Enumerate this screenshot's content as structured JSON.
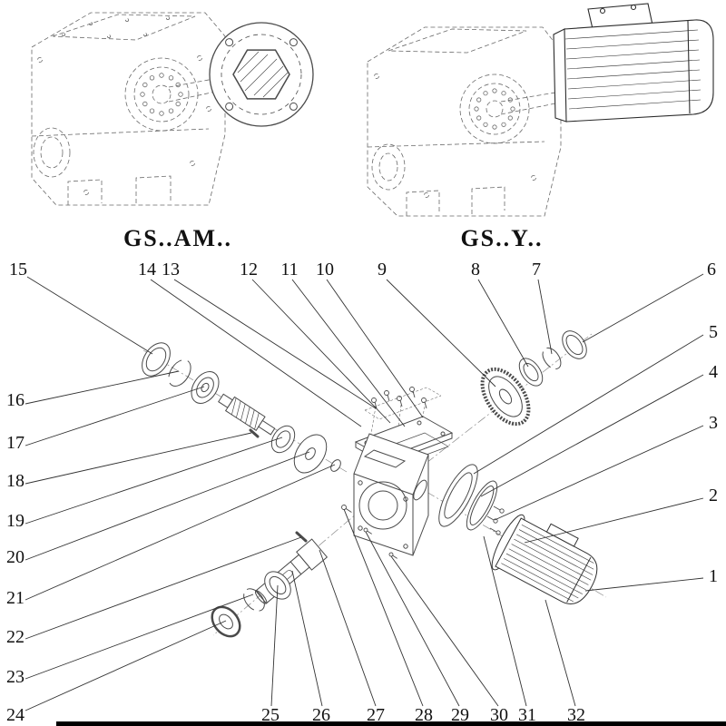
{
  "figure": {
    "left_model_label": "GS..AM..",
    "right_model_label": "GS..Y.."
  },
  "callouts": [
    "1",
    "2",
    "3",
    "4",
    "5",
    "6",
    "7",
    "8",
    "9",
    "10",
    "11",
    "12",
    "13",
    "14",
    "15",
    "16",
    "17",
    "18",
    "19",
    "20",
    "21",
    "22",
    "23",
    "24",
    "25",
    "26",
    "27",
    "28",
    "29",
    "30",
    "31",
    "32"
  ],
  "colors": {
    "background": "#ffffff",
    "solid_line": "#4a4a4a",
    "dashed_line": "#6a6a6a",
    "text": "#111111",
    "footer_bar": "#000000"
  }
}
